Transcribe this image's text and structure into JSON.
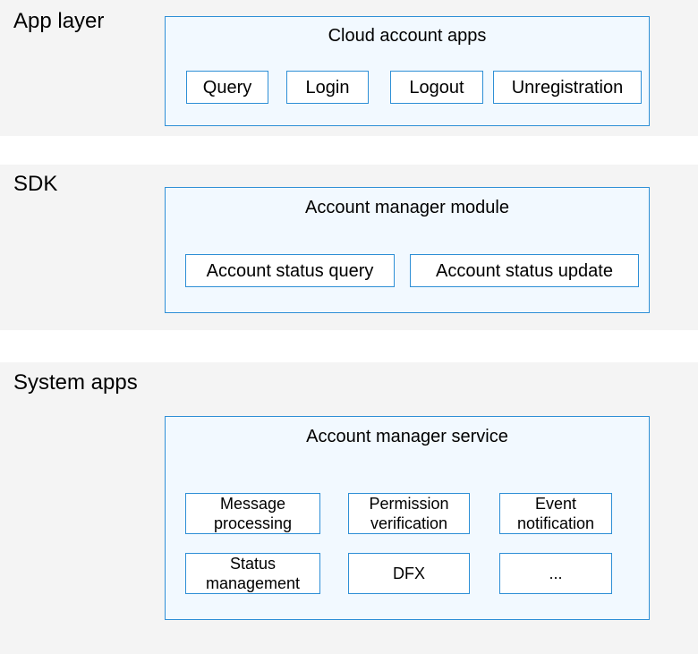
{
  "layers": {
    "app": {
      "label": "App layer",
      "group_title": "Cloud account apps",
      "items": [
        "Query",
        "Login",
        "Logout",
        "Unregistration"
      ]
    },
    "sdk": {
      "label": "SDK",
      "group_title": "Account manager module",
      "items": [
        "Account status query",
        "Account status update"
      ]
    },
    "system": {
      "label": "System apps",
      "group_title": "Account manager service",
      "items": [
        [
          "Message",
          "processing"
        ],
        [
          "Permission",
          "verification"
        ],
        [
          "Event",
          "notification"
        ],
        [
          "Status",
          "management"
        ],
        [
          "DFX"
        ],
        [
          "..."
        ]
      ]
    }
  },
  "colors": {
    "layer_bg": "#f4f4f4",
    "border": "#2e8fd6",
    "group_bg": "#f2f9ff"
  }
}
